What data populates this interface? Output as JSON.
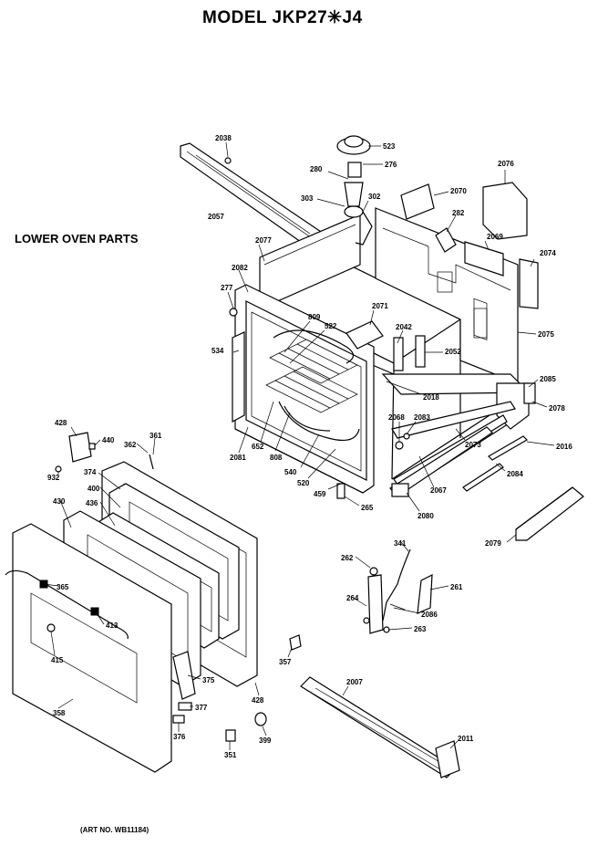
{
  "title": "MODEL JKP27✳J4",
  "subtitle": "LOWER OVEN PARTS",
  "art_number": "(ART NO. WB11184)",
  "part_labels": [
    "2038",
    "523",
    "276",
    "280",
    "303",
    "302",
    "2070",
    "2076",
    "2057",
    "282",
    "2069",
    "2077",
    "2074",
    "2082",
    "277",
    "2071",
    "809",
    "522",
    "2042",
    "2052",
    "2075",
    "534",
    "2018",
    "2085",
    "2078",
    "2068",
    "2083",
    "2073",
    "2016",
    "2081",
    "652",
    "808",
    "540",
    "520",
    "459",
    "265",
    "2067",
    "2080",
    "2084",
    "428",
    "440",
    "362",
    "361",
    "932",
    "374",
    "400",
    "436",
    "430",
    "2079",
    "341",
    "262",
    "261",
    "365",
    "264",
    "2086",
    "413",
    "263",
    "415",
    "357",
    "375",
    "2007",
    "428",
    "358",
    "377",
    "376",
    "351",
    "399",
    "2011"
  ]
}
